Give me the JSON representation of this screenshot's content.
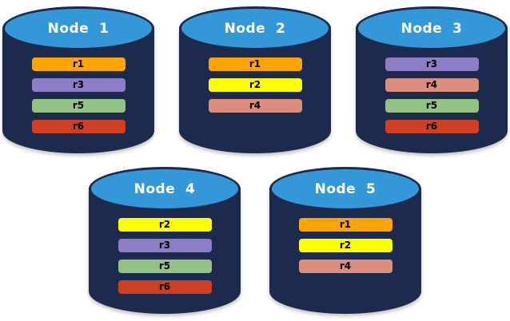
{
  "palette": {
    "background": "#FFFFFF",
    "cylinder_body": "#1C2A4D",
    "cylinder_top": "#3498D8",
    "label_color": "#FFFFFF",
    "bar_text_color": "#000000"
  },
  "nodes": [
    {
      "label": "Node  1",
      "replicas": [
        {
          "id": "r1",
          "color": "#FFA405"
        },
        {
          "id": "r3",
          "color": "#8C7EC4"
        },
        {
          "id": "r5",
          "color": "#92C384"
        },
        {
          "id": "r6",
          "color": "#CE4023"
        }
      ]
    },
    {
      "label": "Node  2",
      "replicas": [
        {
          "id": "r1",
          "color": "#FFA405"
        },
        {
          "id": "r2",
          "color": "#FFFF00"
        },
        {
          "id": "r4",
          "color": "#DC8E7C"
        }
      ]
    },
    {
      "label": "Node  3",
      "replicas": [
        {
          "id": "r3",
          "color": "#8C7EC4"
        },
        {
          "id": "r4",
          "color": "#DC8E7C"
        },
        {
          "id": "r5",
          "color": "#92C384"
        },
        {
          "id": "r6",
          "color": "#CE4023"
        }
      ]
    },
    {
      "label": "Node  4",
      "replicas": [
        {
          "id": "r2",
          "color": "#FFFF00"
        },
        {
          "id": "r3",
          "color": "#8C7EC4"
        },
        {
          "id": "r5",
          "color": "#92C384"
        },
        {
          "id": "r6",
          "color": "#CE4023"
        }
      ]
    },
    {
      "label": "Node  5",
      "replicas": [
        {
          "id": "r1",
          "color": "#FFA405"
        },
        {
          "id": "r2",
          "color": "#FFFF00"
        },
        {
          "id": "r4",
          "color": "#DC8E7C"
        }
      ]
    }
  ]
}
